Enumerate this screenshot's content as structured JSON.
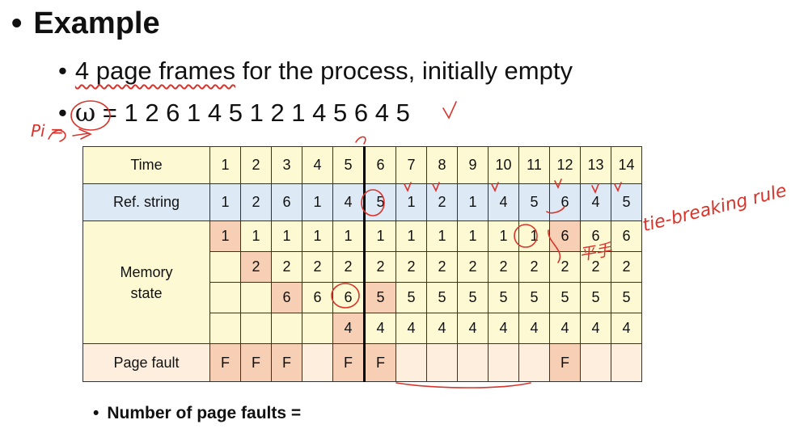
{
  "heading": "Example",
  "bullet1": {
    "underlined": "4 page frames",
    "rest": " for the process, initially empty"
  },
  "bullet2": {
    "symbol": "ω",
    "text": " = 1 2 6 1 4 5 1 2 1 4 5 6 4 5"
  },
  "table": {
    "time_label": "Time",
    "ref_label": "Ref. string",
    "memory_label_line1": "Memory",
    "memory_label_line2": "state",
    "fault_label": "Page fault",
    "times": [
      "1",
      "2",
      "3",
      "4",
      "5",
      "6",
      "7",
      "8",
      "9",
      "10",
      "11",
      "12",
      "13",
      "14"
    ],
    "ref": [
      "1",
      "2",
      "6",
      "1",
      "4",
      "5",
      "1",
      "2",
      "1",
      "4",
      "5",
      "6",
      "4",
      "5"
    ],
    "frames": [
      [
        "1",
        "1",
        "1",
        "1",
        "1",
        "1",
        "1",
        "1",
        "1",
        "1",
        "1",
        "6",
        "6",
        "6"
      ],
      [
        "",
        "2",
        "2",
        "2",
        "2",
        "2",
        "2",
        "2",
        "2",
        "2",
        "2",
        "2",
        "2",
        "2"
      ],
      [
        "",
        "",
        "6",
        "6",
        "6",
        "5",
        "5",
        "5",
        "5",
        "5",
        "5",
        "5",
        "5",
        "5"
      ],
      [
        "",
        "",
        "",
        "",
        "4",
        "4",
        "4",
        "4",
        "4",
        "4",
        "4",
        "4",
        "4",
        "4"
      ]
    ],
    "faults": [
      "F",
      "F",
      "F",
      "",
      "F",
      "F",
      "",
      "",
      "",
      "",
      "",
      "F",
      "",
      ""
    ]
  },
  "note": "Number of page faults =",
  "annotations": {
    "pi_note": "Pi =",
    "tie_note": "tie-breaking rule",
    "chinese_note": "平手"
  },
  "colors": {
    "yellow": "#fdf9d3",
    "blue": "#dde9f5",
    "peach": "#f6cfb4",
    "ink": "#d9342b"
  }
}
